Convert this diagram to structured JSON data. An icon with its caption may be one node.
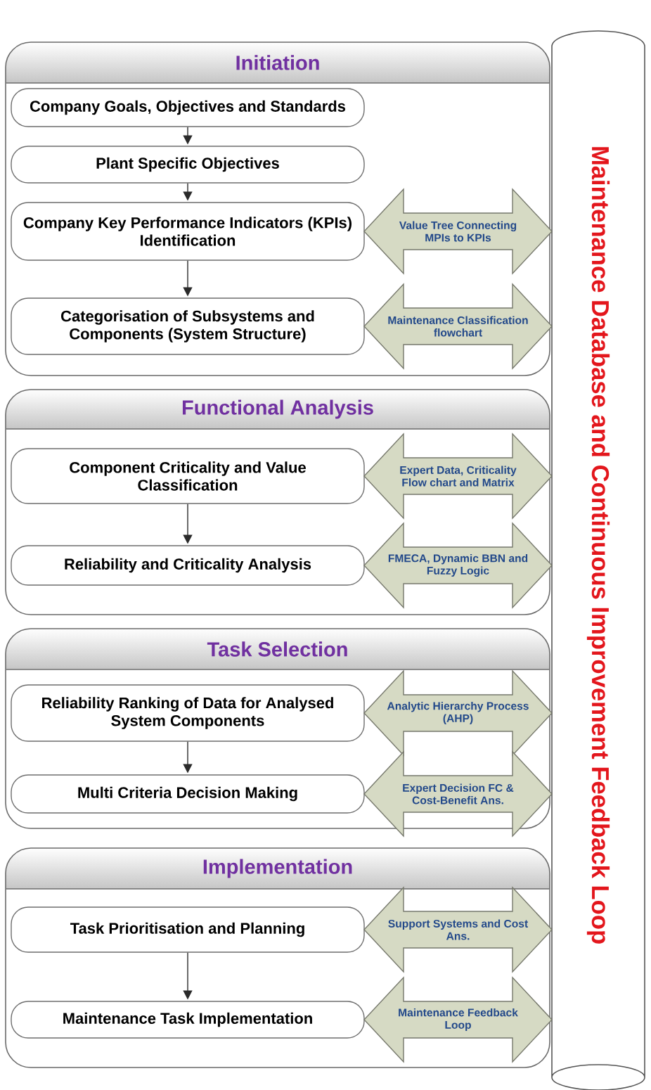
{
  "diagram": {
    "nodes": [
      {
        "text": [
          "Initiation"
        ]
      },
      {
        "text": [
          "Company Goals, Objectives and Standards"
        ],
        "in": 0
      },
      {
        "text": [
          "Plant Specific Objectives"
        ],
        "in": 0
      },
      {
        "text": [
          "Company Key Performance Indicators (KPIs) Identification"
        ],
        "in": 0
      },
      {
        "text": [
          "Categorisation of Subsystems and Components (System Structure)"
        ],
        "in": 0
      },
      {
        "text": [
          "Functional Analysis"
        ]
      },
      {
        "text": [
          "Component Criticality and Value Classification"
        ],
        "in": 5
      },
      {
        "text": [
          "Reliability and Criticality Analysis"
        ],
        "in": 5
      },
      {
        "text": [
          "Task Selection"
        ]
      },
      {
        "text": [
          "Reliability Ranking of Data for Analysed System Components"
        ],
        "in": 8
      },
      {
        "text": [
          "Multi Criteria Decision Making"
        ],
        "in": 8
      },
      {
        "text": [
          "Implementation"
        ]
      },
      {
        "text": [
          "Task Prioritisation and Planning"
        ],
        "in": 11
      },
      {
        "text": [
          "Maintenance Task Implementation"
        ],
        "in": 11
      },
      {
        "text": [
          "Maintenance Database and Continuous Improvement Feedback Loop"
        ]
      }
    ],
    "edges": [
      {
        "from": 1,
        "to": 2,
        "arrow": "to"
      },
      {
        "from": 2,
        "to": 3,
        "arrow": "to"
      },
      {
        "from": 3,
        "to": 14,
        "arrow": "both",
        "label": "Value Tree Connecting MPIs to KPIs",
        "style": "thick",
        "color": "#d6dac4"
      },
      {
        "from": 3,
        "to": 4,
        "arrow": "to"
      },
      {
        "from": 4,
        "to": 14,
        "arrow": "both",
        "label": "Maintenance Classification flowchart",
        "style": "thick",
        "color": "#d6dac4"
      },
      {
        "from": 6,
        "to": 14,
        "arrow": "both",
        "label": "Expert Data, Criticality Flow chart and Matrix",
        "style": "thick",
        "color": "#d6dac4"
      },
      {
        "from": 6,
        "to": 7,
        "arrow": "to"
      },
      {
        "from": 7,
        "to": 14,
        "arrow": "both",
        "label": "FMECA, Dynamic BBN and Fuzzy Logic",
        "style": "thick",
        "color": "#d6dac4"
      },
      {
        "from": 9,
        "to": 14,
        "arrow": "both",
        "label": "Analytic Hierarchy Process (AHP)",
        "style": "thick",
        "color": "#d6dac4"
      },
      {
        "from": 9,
        "to": 10,
        "arrow": "to"
      },
      {
        "from": 10,
        "to": 14,
        "arrow": "both",
        "label": "Expert Decision FC & Cost-Benefit Ans.",
        "style": "thick",
        "color": "#d6dac4"
      },
      {
        "from": 12,
        "to": 14,
        "arrow": "both",
        "label": "Support Systems and Cost Ans.",
        "style": "thick",
        "color": "#d6dac4"
      },
      {
        "from": 12,
        "to": 13,
        "arrow": "to"
      },
      {
        "from": 13,
        "to": 14,
        "arrow": "both",
        "label": "Maintenance Feedback Loop",
        "style": "thick",
        "color": "#d6dac4"
      }
    ]
  }
}
